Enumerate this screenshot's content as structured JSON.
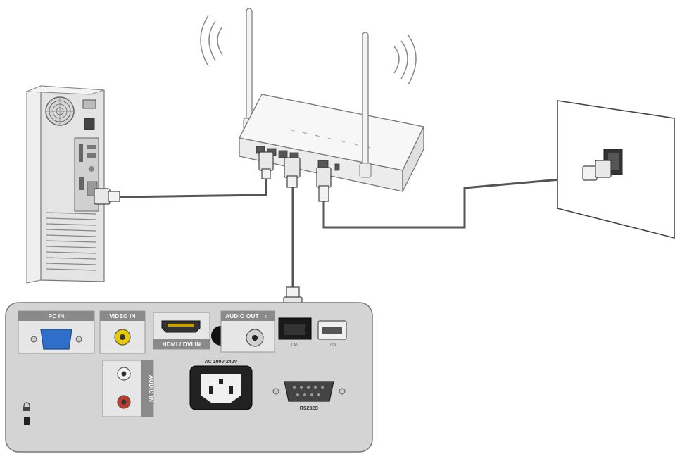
{
  "panel_labels": {
    "pc_in": "PC IN",
    "video_in": "VIDEO IN",
    "hdmi_dvi_in": "HDMI / DVI IN",
    "audio_out": "AUDIO OUT",
    "audio_in": "AUDIO IN",
    "ac_power": "AC 100V-240V",
    "lan": "LAN",
    "usb": "USB",
    "rs232c": "RS232C"
  },
  "colors": {
    "cable": "#555555",
    "panel": "#d4d4d4",
    "label_bg": "#8a8a8a",
    "rca_yellow": "#e8c800",
    "rca_red": "#c0392b",
    "vga_blue": "#2f6fc9"
  }
}
